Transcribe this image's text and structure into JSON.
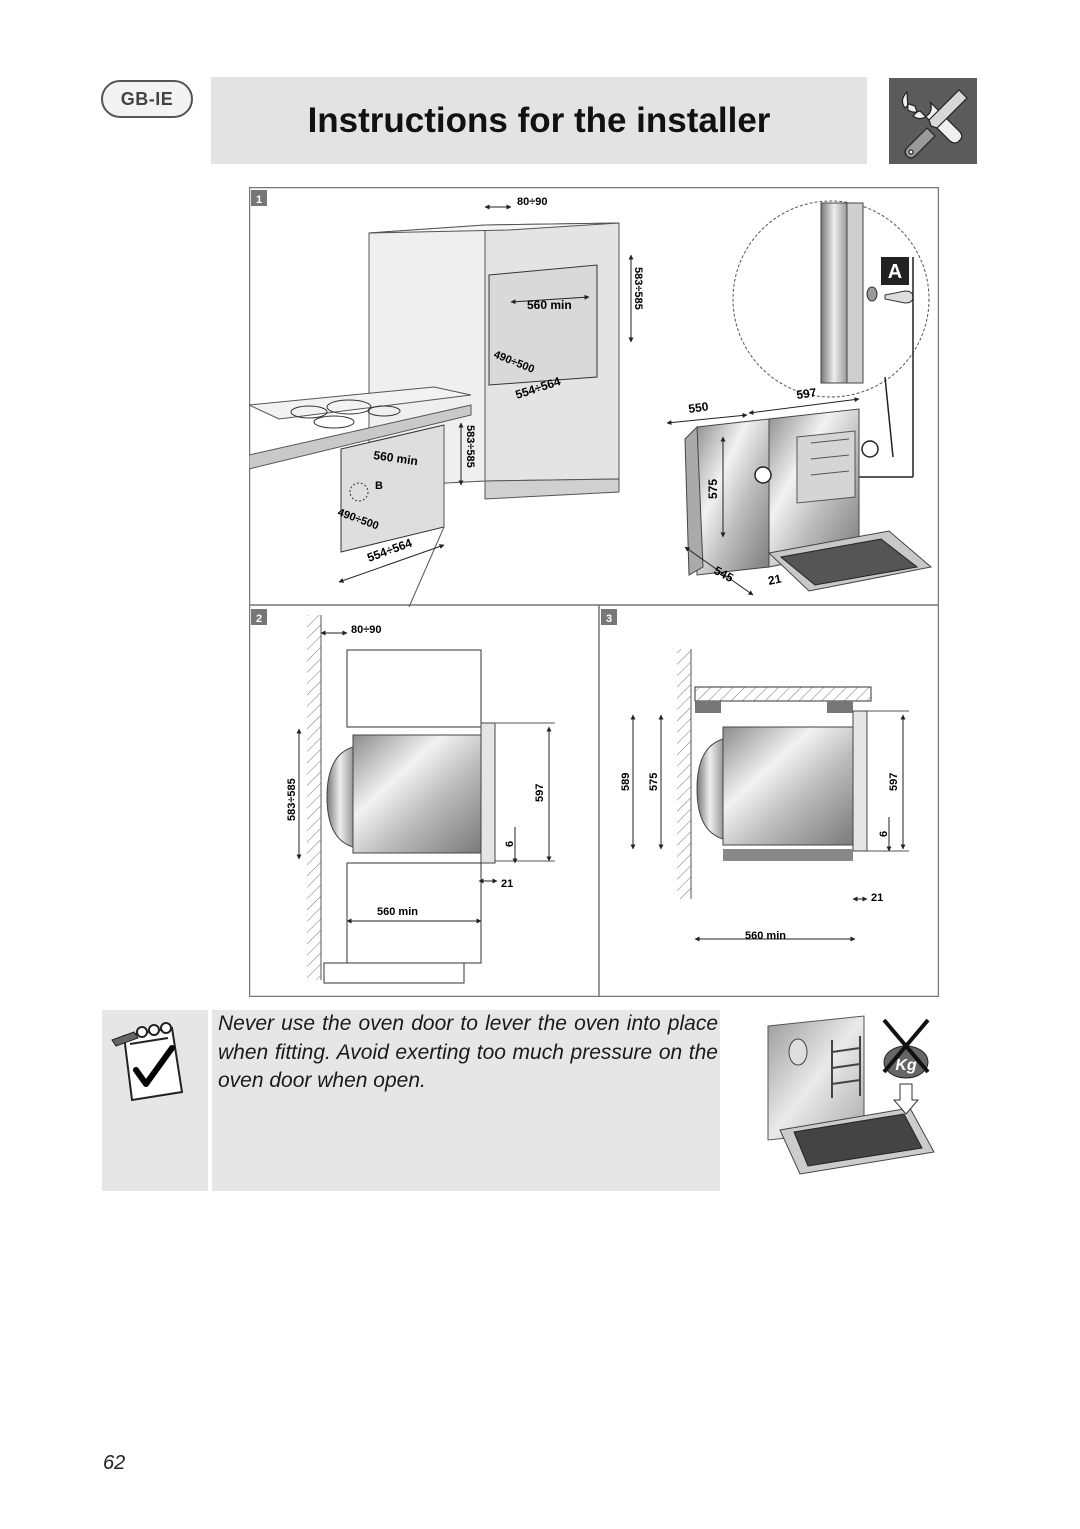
{
  "header": {
    "badge": "GB-IE",
    "title": "Instructions for the installer",
    "icon": "tools-icon"
  },
  "figure": {
    "panel_1": {
      "number": "1",
      "dims": {
        "top_gap": "80÷90",
        "upper_width": "560 min",
        "upper_height": "583÷585",
        "upper_depth": "490÷500",
        "upper_inner_width": "554÷564",
        "lower_width": "560 min",
        "lower_height": "583÷585",
        "lower_depth": "490÷500",
        "lower_inner_width": "554÷564",
        "marker_b": "B",
        "oven_depth": "550",
        "oven_width": "597",
        "oven_height": "575",
        "oven_body_depth": "545",
        "oven_front": "21",
        "detail_label": "A"
      }
    },
    "panel_2": {
      "number": "2",
      "dims": {
        "top_gap": "80÷90",
        "opening_height": "583÷585",
        "oven_height": "597",
        "gap": "6",
        "front": "21",
        "width": "560 min"
      }
    },
    "panel_3": {
      "number": "3",
      "dims": {
        "outer_height": "589",
        "inner_height": "575",
        "oven_height": "597",
        "gap": "6",
        "front": "21",
        "width": "560 min"
      }
    }
  },
  "note": {
    "icon": "notepad-check-icon",
    "text": "Never use the oven door to lever the oven into place when fitting. Avoid exerting too much pressure on the oven door when open.",
    "illustration": "no-weight-on-door-icon",
    "weight_label": "Kg"
  },
  "page_number": "62"
}
